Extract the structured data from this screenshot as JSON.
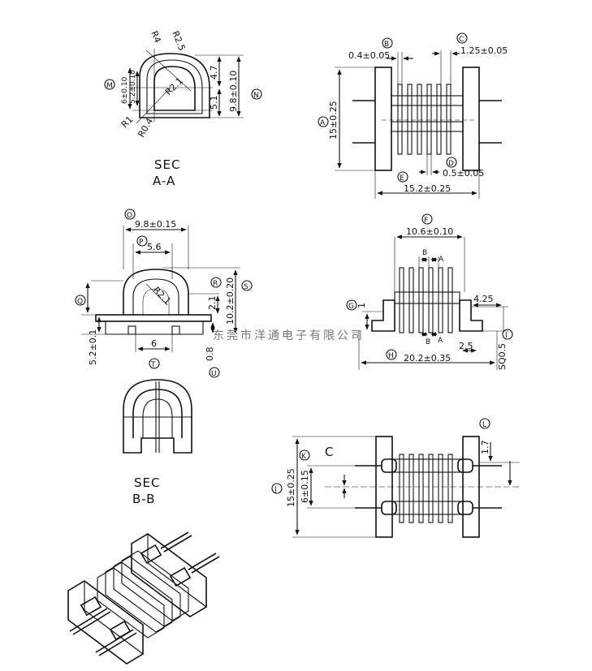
{
  "sec_aa": {
    "title": "SEC",
    "sub": "A-A",
    "r25": "R2.5",
    "r4": "R4",
    "r21": "R2.1",
    "r1": "R1",
    "r04": "R0.4",
    "d47": "4.7",
    "d51": "5.1",
    "d98": "9.8±0.10",
    "d6": "6±0.10",
    "d52": "5.2±0.10"
  },
  "side_top": {
    "d04": "0.4±0.05",
    "d125": "1.25±0.05",
    "d15": "15±0.25",
    "d05": "0.5±0.05",
    "d152": "15.2±0.25"
  },
  "front": {
    "d98": "9.8±0.15",
    "d56": "5.6",
    "r21": "R2.1",
    "d21": "2.1",
    "d102": "10.2±0.20",
    "d52": "5.2±0.1",
    "d6": "6",
    "d08": "0.8"
  },
  "side_mid": {
    "d106": "10.6±0.10",
    "b": "B",
    "a": "A",
    "d1": "1",
    "d425": "4.25",
    "d25": "2.5",
    "d202": "20.2±0.35",
    "sq": "SQ0.5"
  },
  "sec_bb": {
    "title": "SEC",
    "sub": "B-B"
  },
  "bottom": {
    "c": "C",
    "d15": "15±0.25",
    "d6": "6±0.15",
    "d17": "1.7"
  },
  "callouts": {
    "m": "M",
    "n": "N",
    "a": "A",
    "b": "B",
    "c": "C",
    "d": "D",
    "e": "E",
    "f": "F",
    "g": "G",
    "h": "H",
    "o": "O",
    "p": "P",
    "q": "Q",
    "r": "R",
    "s": "S",
    "t": "T",
    "u": "U",
    "k": "K",
    "l": "L",
    "j": "J",
    "i": "I"
  },
  "watermark": "东莞市洋通电子有限公司"
}
